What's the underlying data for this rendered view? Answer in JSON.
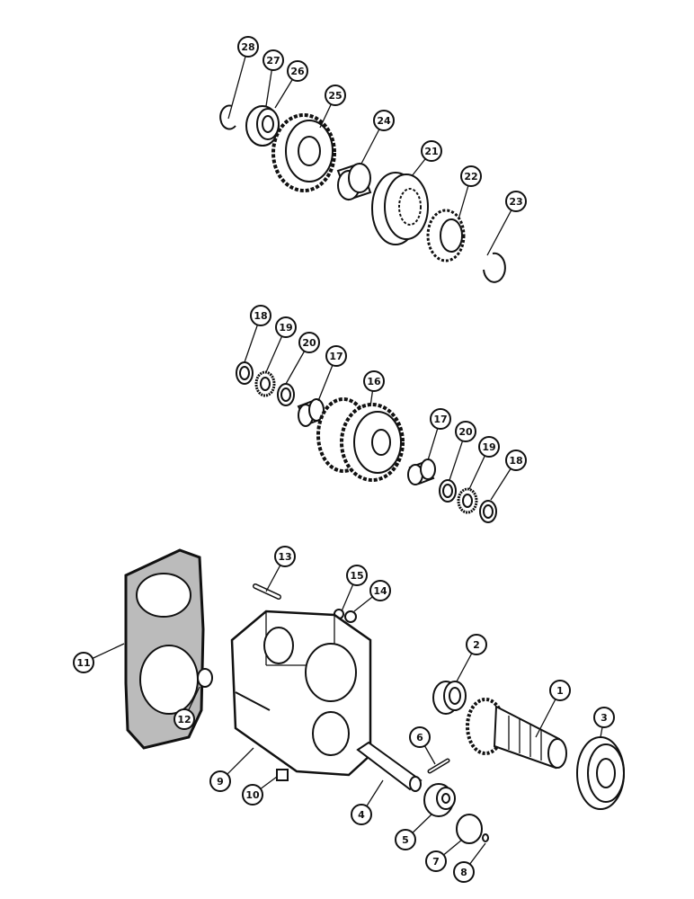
{
  "callouts": [
    {
      "id": "c28",
      "label": "28"
    },
    {
      "id": "c27",
      "label": "27"
    },
    {
      "id": "c26",
      "label": "26"
    },
    {
      "id": "c25",
      "label": "25"
    },
    {
      "id": "c24",
      "label": "24"
    },
    {
      "id": "c21",
      "label": "21"
    },
    {
      "id": "c22",
      "label": "22"
    },
    {
      "id": "c23",
      "label": "23"
    },
    {
      "id": "c18a",
      "label": "18"
    },
    {
      "id": "c19a",
      "label": "19"
    },
    {
      "id": "c20a",
      "label": "20"
    },
    {
      "id": "c17a",
      "label": "17"
    },
    {
      "id": "c16",
      "label": "16"
    },
    {
      "id": "c17b",
      "label": "17"
    },
    {
      "id": "c20b",
      "label": "20"
    },
    {
      "id": "c19b",
      "label": "19"
    },
    {
      "id": "c18b",
      "label": "18"
    },
    {
      "id": "c13",
      "label": "13"
    },
    {
      "id": "c15",
      "label": "15"
    },
    {
      "id": "c14",
      "label": "14"
    },
    {
      "id": "c11",
      "label": "11"
    },
    {
      "id": "c12",
      "label": "12"
    },
    {
      "id": "c2",
      "label": "2"
    },
    {
      "id": "c1",
      "label": "1"
    },
    {
      "id": "c3",
      "label": "3"
    },
    {
      "id": "c6",
      "label": "6"
    },
    {
      "id": "c9",
      "label": "9"
    },
    {
      "id": "c10",
      "label": "10"
    },
    {
      "id": "c4",
      "label": "4"
    },
    {
      "id": "c5",
      "label": "5"
    },
    {
      "id": "c7",
      "label": "7"
    },
    {
      "id": "c8",
      "label": "8"
    }
  ]
}
